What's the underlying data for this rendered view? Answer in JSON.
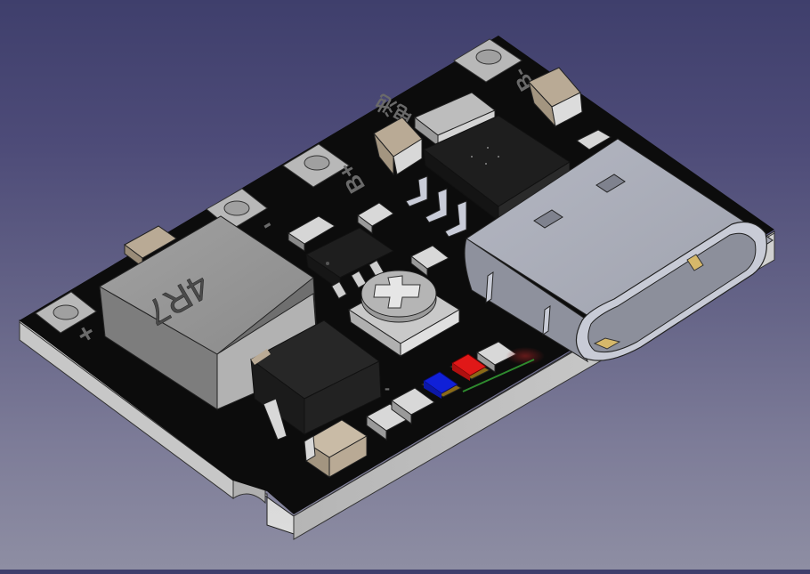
{
  "viewport": {
    "background_top": "#3f3f6c",
    "background_bottom": "#8e8ea3"
  },
  "board": {
    "pcb_color": "#0c0c0c",
    "edge_color": "#d4d4d4",
    "silkscreen": {
      "b_plus": "B+",
      "b_minus": "B-",
      "battery_cn": "电池",
      "out_plus": "+",
      "out_minus": "-",
      "mark_plus": "+",
      "mark_minus": "-"
    }
  },
  "components": {
    "inductor": {
      "marking": "4R7",
      "color": "#8f8f8f"
    },
    "ic_package": {
      "color": "#1c1c1c"
    },
    "usb_c": {
      "color": "#a9adb8",
      "contact_color": "#d6b86a"
    },
    "led_blue": {
      "color": "#1020d8"
    },
    "led_red": {
      "color": "#e01818"
    },
    "capacitor_color": "#b9aa95",
    "resistor_color": "#d8d8d8"
  }
}
